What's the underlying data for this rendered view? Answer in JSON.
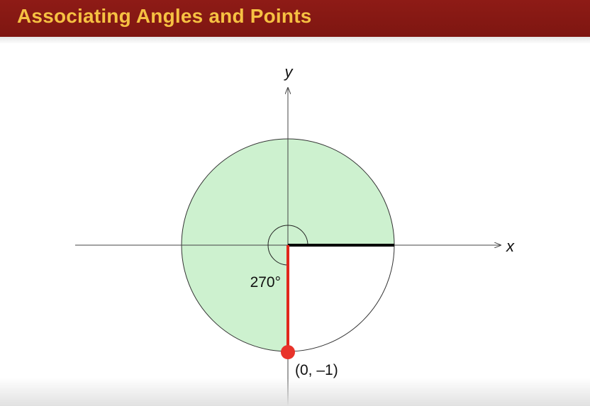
{
  "slide": {
    "title": "Associating Angles and Points"
  },
  "diagram": {
    "x_axis_label": "x",
    "y_axis_label": "y",
    "angle_label": "270°",
    "point_label": "(0, –1)",
    "angle_degrees": 270,
    "point": {
      "x": 0,
      "y": -1
    },
    "colors": {
      "title_bar": "#8b1a14",
      "title_text": "#f6c142",
      "sector_fill": "#cdf1cf",
      "terminal_side": "#e0281c",
      "initial_side": "#000000",
      "point": "#e8332a"
    }
  }
}
